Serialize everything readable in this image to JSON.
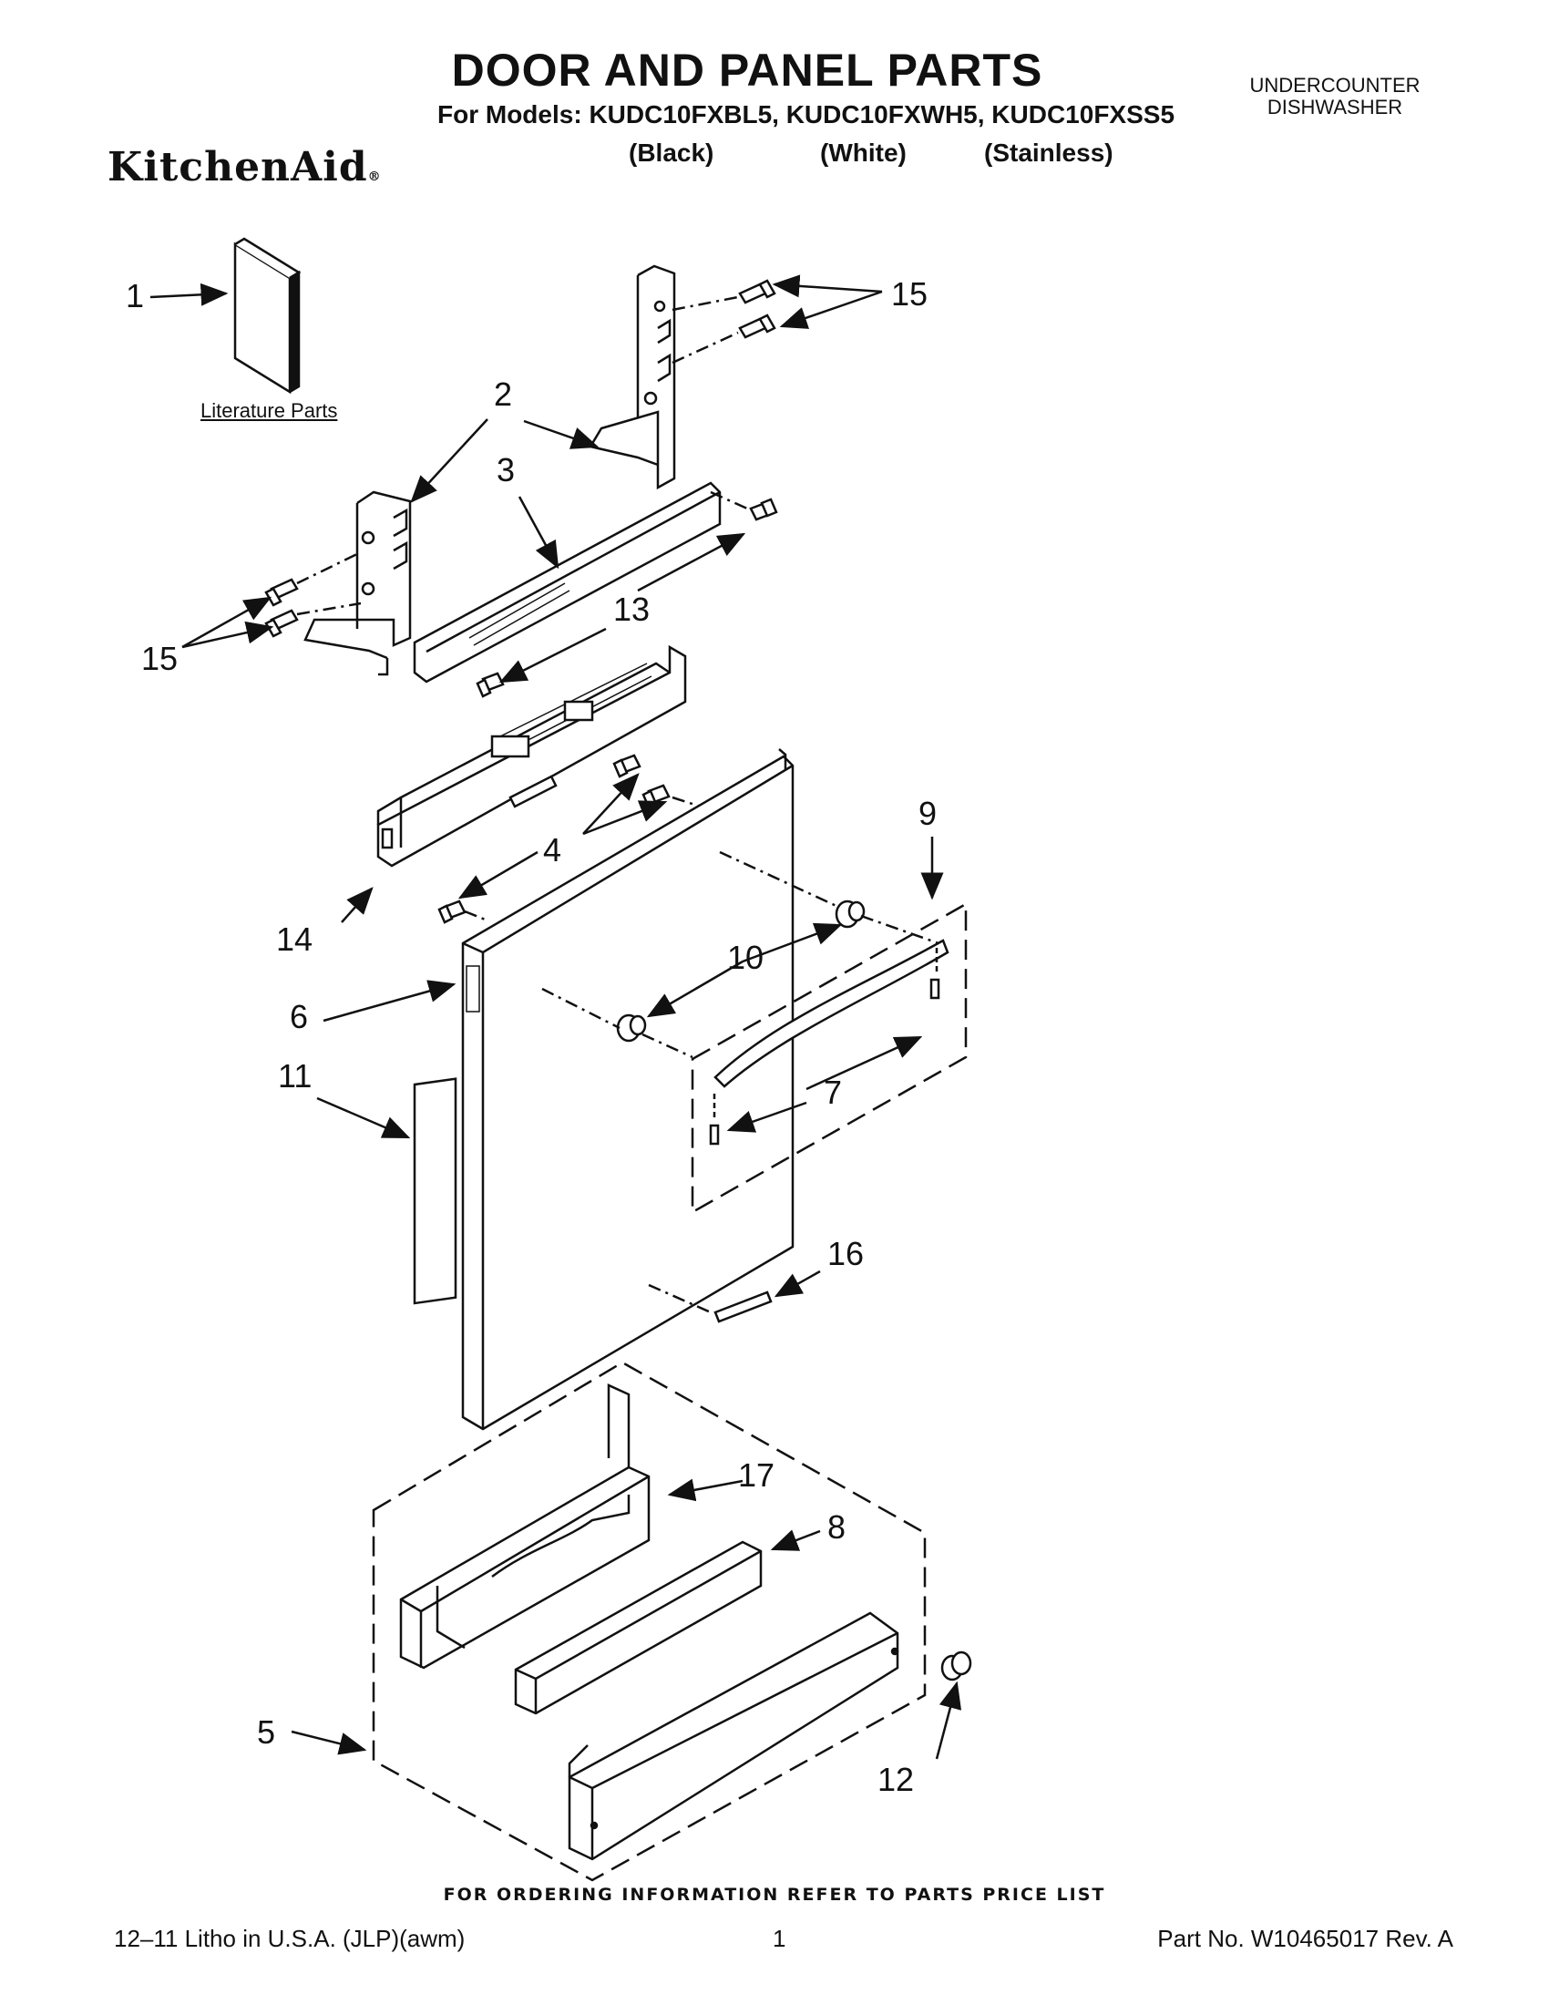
{
  "header": {
    "title": "DOOR AND PANEL PARTS",
    "models_line": "For Models: KUDC10FXBL5, KUDC10FXWH5, KUDC10FXSS5",
    "variants": [
      "(Black)",
      "(White)",
      "(Stainless)"
    ],
    "appliance_line1": "UNDERCOUNTER",
    "appliance_line2": "DISHWASHER",
    "brand": "KitchenAid",
    "brand_mark": "®"
  },
  "diagram": {
    "literature_label": "Literature Parts",
    "callouts": {
      "c1": "1",
      "c2": "2",
      "c3": "3",
      "c4": "4",
      "c5": "5",
      "c6": "6",
      "c7": "7",
      "c8": "8",
      "c9": "9",
      "c10": "10",
      "c11": "11",
      "c12": "12",
      "c13": "13",
      "c14": "14",
      "c15a": "15",
      "c15b": "15",
      "c16": "16",
      "c17": "17"
    }
  },
  "footer": {
    "ordering_note": "FOR ORDERING INFORMATION REFER TO PARTS PRICE LIST",
    "litho": "12–11 Litho in U.S.A. (JLP)(awm)",
    "page": "1",
    "part_no": "Part No. W10465017 Rev. A"
  }
}
